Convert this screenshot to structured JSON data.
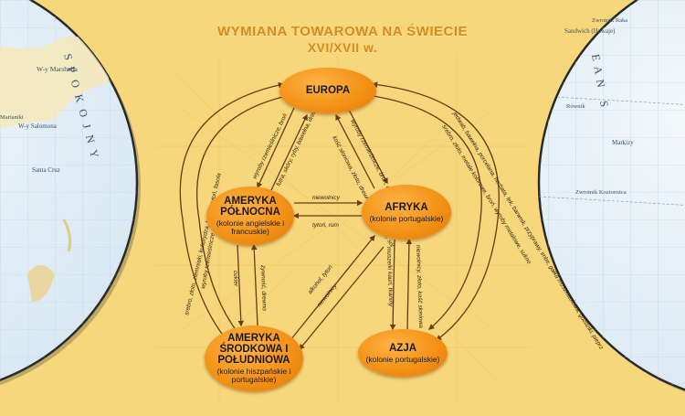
{
  "title": {
    "line1": "WYMIANA TOWAROWA NA ŚWIECIE",
    "line2": "XVI/XVII w."
  },
  "nodes": {
    "europa": {
      "name": "EUROPA",
      "sub": ""
    },
    "ameryka_pn": {
      "name": "AMERYKA PÓŁNOCNA",
      "sub": "(kolonie angielskie i francuskie)"
    },
    "afryka": {
      "name": "AFRYKA",
      "sub": "(kolonie portugalskie)"
    },
    "ameryka_pd": {
      "name": "AMERYKA ŚRODKOWA I POŁUDNIOWA",
      "sub": "(kolonie hiszpańskie i portugalskie)"
    },
    "azja": {
      "name": "AZJA",
      "sub": "(kolonie portugalskie)"
    }
  },
  "flows": {
    "outer_left": "srebro, złoto, ziemniaki, kukurydza, kakao, tytoń, fasola",
    "outer_left_2": "wyroby rzemieślnicze",
    "eu_to_apn": "wyroby rzemieślnicze, broń",
    "apn_to_eu": "futra, skóry, ryby, bawełna, drewno",
    "eu_to_af_1": "wyroby rzemieślnicze, broń, alkohol, tytoń",
    "af_to_eu": "kość słoniowa, złoto, drewno, pieprz, cukier, sól",
    "apn_af_top": "niewolnicy",
    "apn_af_bottom": "tytoń, rum",
    "apn_apd_1": "cukier",
    "apn_apd_2": "żywność, drewno",
    "apd_af_1": "alkohol, tytoń",
    "apd_af_2": "niewolnicy",
    "af_azja_1": "muszelki kauri, tkaniny",
    "af_azja_2": "niewolnicy, złoto, kość słoniowa",
    "outer_right": "jedwab, bawełna, porcelana, herbata, lek, barwnik, przyprawy, imbir, gałka muszkatołowa, goździki, pieprz",
    "outer_right_2": "srebro, złoto, metale kolorowe, broń, wyroby metalowe, sukno"
  },
  "map_labels": {
    "left_ocean": "SPOKOJNY",
    "left_island_1": "W-y Marshalla",
    "left_island_2": "W-y Salomona",
    "left_island_3": "Santa Cruz",
    "left_island_4": "Marianiki",
    "right_island_1": "Zwrotnik Raka",
    "right_island_2": "Sandwich (Hawaje)",
    "right_island_3": "Równik",
    "right_island_4": "Markizy",
    "right_island_5": "Zwrotnik Koziorożca",
    "right_ocean": "EAN S"
  },
  "colors": {
    "background": "#f6d77c",
    "title": "#d98a1c",
    "node": "#f39216",
    "arrow": "#6b3a0e"
  }
}
